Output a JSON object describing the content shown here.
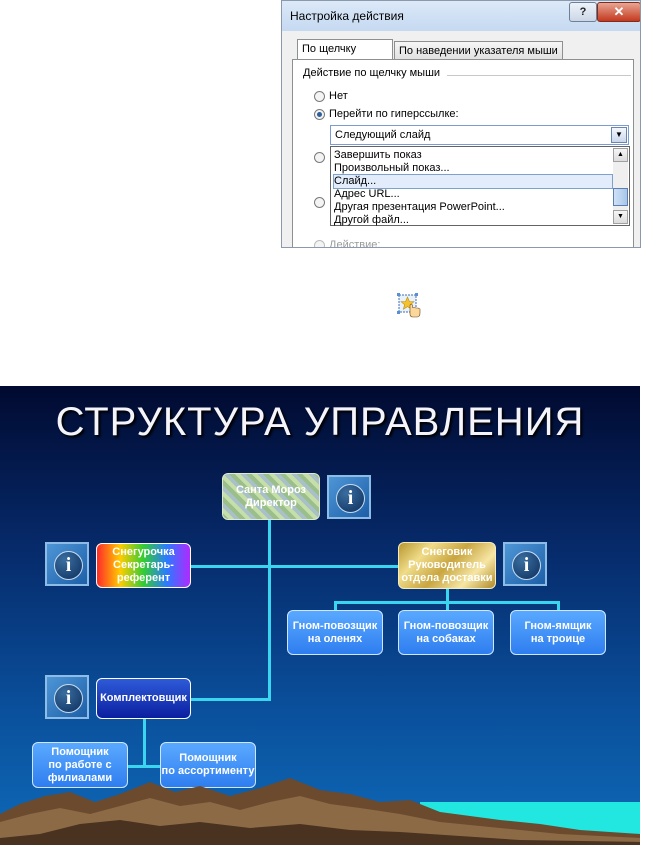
{
  "dialog": {
    "title": "Настройка действия",
    "help_label": "?",
    "close_label": "✕",
    "tabs": [
      "По щелчку мыши",
      "По наведении указателя мыши"
    ],
    "group_label": "Действие по щелчку мыши",
    "option_none": "Нет",
    "option_hyperlink": "Перейти по гиперссылке:",
    "option_action": "Действие:",
    "selected_value": "Следующий слайд",
    "dropdown_items": [
      "Завершить показ",
      "Произвольный показ...",
      "Слайд...",
      "Адрес URL...",
      "Другая презентация PowerPoint...",
      "Другой файл..."
    ],
    "highlighted_item": "Слайд..."
  },
  "slide": {
    "title": "СТРУКТУРА УПРАВЛЕНИЯ",
    "boxes": {
      "santa": [
        "Санта Мороз",
        "Директор"
      ],
      "snegurochka": [
        "Снегурочка",
        "Секретарь-",
        "референт"
      ],
      "snegovik": [
        "Снеговик",
        "Руководитель",
        "отдела доставки"
      ],
      "gnome1": [
        "Гном-повозщик",
        "на оленях"
      ],
      "gnome2": [
        "Гном-повозщик",
        "на собаках"
      ],
      "gnome3": [
        "Гном-ямщик",
        "на троице"
      ],
      "komplekt": [
        "Комплектовщик"
      ],
      "helper1": [
        "Помощник",
        "по работе с",
        "филиалами"
      ],
      "helper2": [
        "Помощник",
        "по ассортименту"
      ]
    },
    "info_glyph": "i"
  },
  "colors": {
    "connector": "#3ad6f0",
    "box_blue": "#3b8cf5",
    "slide_bg": "#062a6a"
  }
}
